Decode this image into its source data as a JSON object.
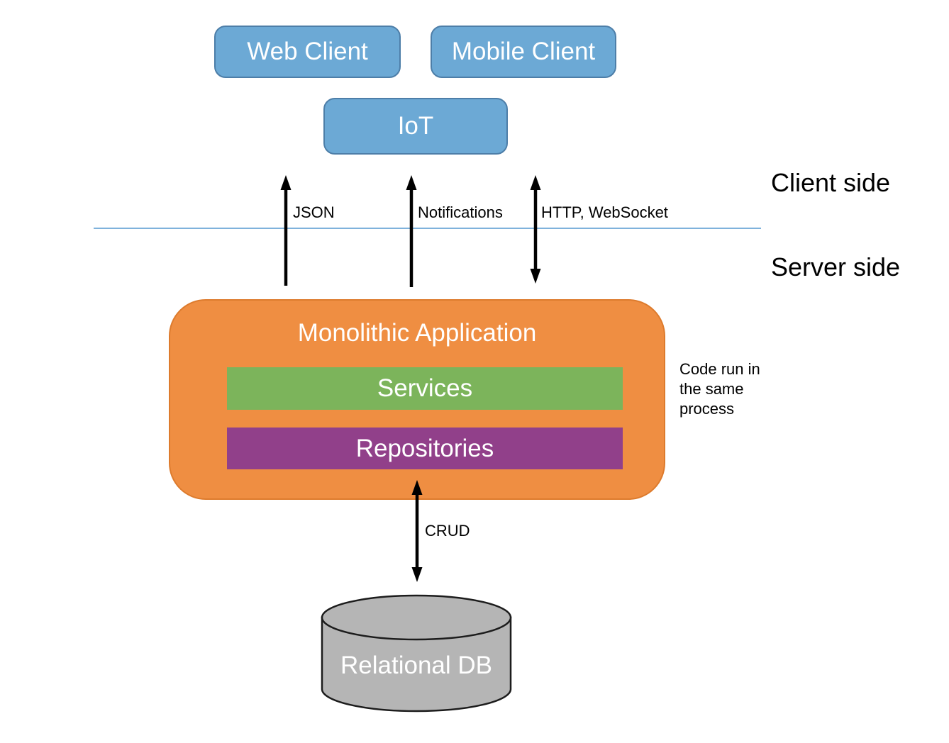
{
  "clients": {
    "web": {
      "label": "Web Client"
    },
    "mobile": {
      "label": "Mobile Client"
    },
    "iot": {
      "label": "IoT"
    }
  },
  "sides": {
    "client": "Client side",
    "server": "Server side"
  },
  "connections": {
    "json": {
      "label": "JSON",
      "direction": "up"
    },
    "notifications": {
      "label": "Notifications",
      "direction": "up"
    },
    "http": {
      "label": "HTTP, WebSocket",
      "direction": "both"
    },
    "crud": {
      "label": "CRUD",
      "direction": "both"
    }
  },
  "monolith": {
    "title": "Monolithic Application",
    "layers": {
      "services": "Services",
      "repositories": "Repositories"
    },
    "annotation": "Code run in the same process"
  },
  "database": {
    "label": "Relational DB"
  },
  "colors": {
    "client_fill": "#6CA9D5",
    "client_border": "#4D7EA8",
    "monolith_fill": "#EF8E42",
    "monolith_border": "#DD7B2D",
    "services_fill": "#7CB45B",
    "repositories_fill": "#91408A",
    "database_fill": "#B5B5B5",
    "database_border": "#1C1C1C",
    "divider": "#7FB2DC",
    "arrow": "#000000"
  }
}
